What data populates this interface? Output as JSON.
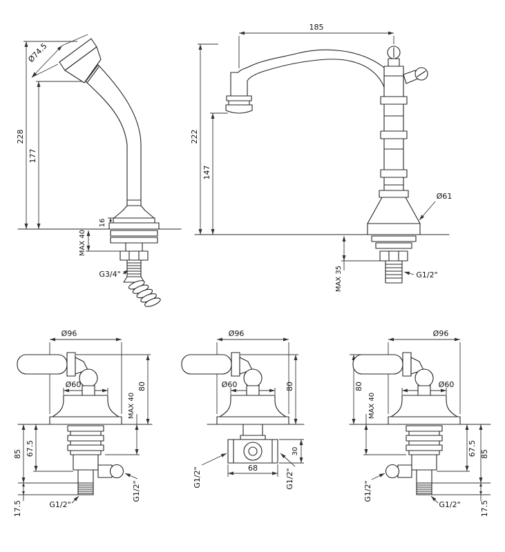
{
  "page": {
    "background_color": "#ffffff",
    "line_color": "#222222"
  },
  "figures": {
    "handshower": {
      "dims": {
        "head_diameter": "Ø74.5",
        "total_height": "228",
        "grip_height": "177",
        "flange_height": "16",
        "deck_max": "MAX 40",
        "thread": "G3/4\""
      }
    },
    "spout": {
      "dims": {
        "reach": "185",
        "total_height": "222",
        "outlet_height": "147",
        "base_diameter": "Ø61",
        "deck_max": "MAX 35",
        "thread": "G1/2\""
      }
    },
    "valve_left": {
      "dims": {
        "handle_diameter": "Ø96",
        "escutcheon_diameter": "Ø60",
        "handle_height": "80",
        "deck_max": "MAX 40",
        "depth_to_outlet": "67.5",
        "depth_total": "85",
        "tail_length": "17.5",
        "side_thread": "G1/2\"",
        "bottom_thread": "G1/2\""
      }
    },
    "valve_center": {
      "dims": {
        "handle_diameter": "Ø96",
        "escutcheon_diameter": "Ø60",
        "handle_height": "80",
        "body_height": "30",
        "port_spacing": "68",
        "left_thread": "G1/2\"",
        "right_thread": "G1/2\""
      }
    },
    "valve_right": {
      "dims": {
        "handle_diameter": "Ø96",
        "escutcheon_diameter": "Ø60",
        "handle_height": "80",
        "deck_max": "MAX 40",
        "depth_to_outlet": "67.5",
        "depth_total": "85",
        "tail_length": "17.5",
        "side_thread": "G1/2\"",
        "bottom_thread": "G1/2\""
      }
    }
  }
}
